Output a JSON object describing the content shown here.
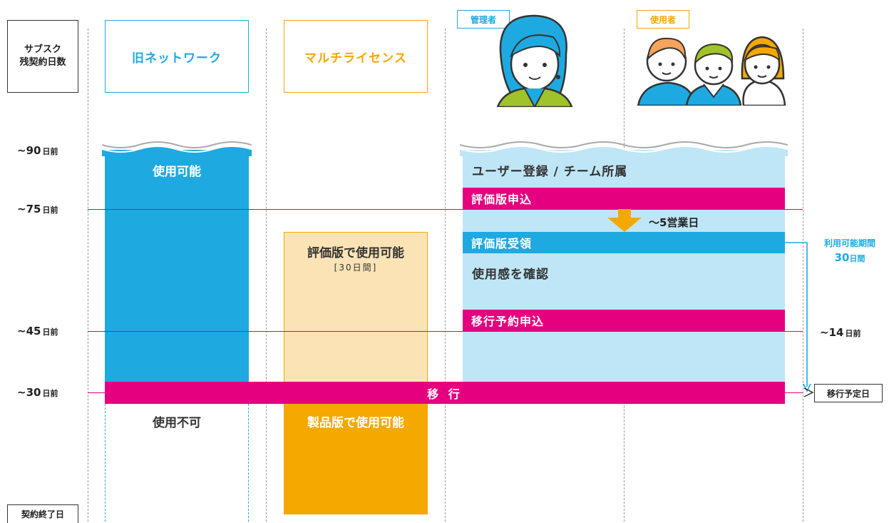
{
  "left_header": "サブスク\n残契約日数",
  "footer_label": "契約終了日",
  "row_labels": [
    {
      "num": "~90",
      "unit": "日前"
    },
    {
      "num": "~75",
      "unit": "日前"
    },
    {
      "num": "~45",
      "unit": "日前"
    },
    {
      "num": "~30",
      "unit": "日前"
    }
  ],
  "columns": {
    "network": {
      "title": "旧ネットワーク",
      "available": "使用可能",
      "unavailable": "使用不可"
    },
    "multi": {
      "title": "マルチライセンス",
      "trial": "評価版で使用可能",
      "trial_sub": "[30日間]",
      "product": "製品版で使用可能"
    },
    "admin_tag": "管理者",
    "user_tag": "使用者"
  },
  "steps": {
    "register": "ユーザー登録 / チーム所属",
    "trial_apply": "評価版申込",
    "wait": "～5営業日",
    "trial_receive": "評価版受領",
    "confirm": "使用感を確認",
    "migration_apply": "移行予約申込",
    "migration": "移 行"
  },
  "right": {
    "period_line1": "利用可能期間",
    "period_num": "30",
    "period_unit": "日間",
    "deadline_num": "~14",
    "deadline_unit": "日前",
    "migration_date": "移行予定日"
  },
  "colors": {
    "blue": "#1fa9e1",
    "light_blue": "#bfe6f6",
    "orange": "#f5a800",
    "light_orange": "#fce3b6",
    "magenta": "#e4007f"
  }
}
